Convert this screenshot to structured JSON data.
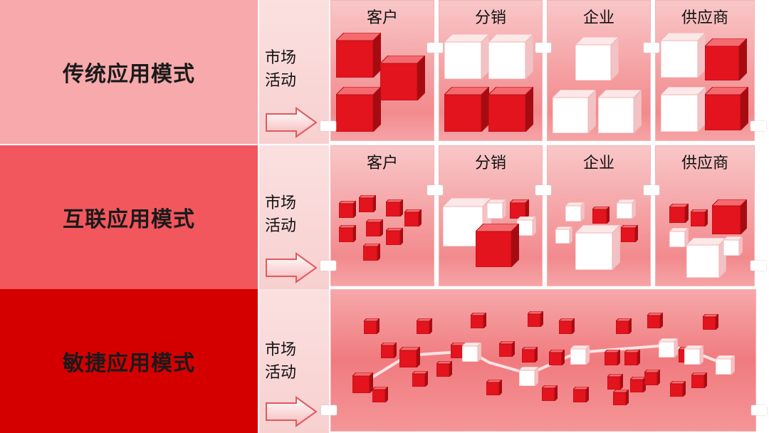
{
  "rows": [
    {
      "label": "传统应用模式",
      "market": "市场\n活动"
    },
    {
      "label": "互联应用模式",
      "market": "市场\n活动"
    },
    {
      "label": "敏捷应用模式",
      "market": "市场\n活动"
    }
  ],
  "columns": [
    "客户",
    "分销",
    "企业",
    "供应商"
  ],
  "colors": {
    "light": "#f7a9ab",
    "mid": "#f2575d",
    "dark": "#d40000",
    "cube_red": "#e8202a",
    "cube_white": "#ffffff"
  }
}
